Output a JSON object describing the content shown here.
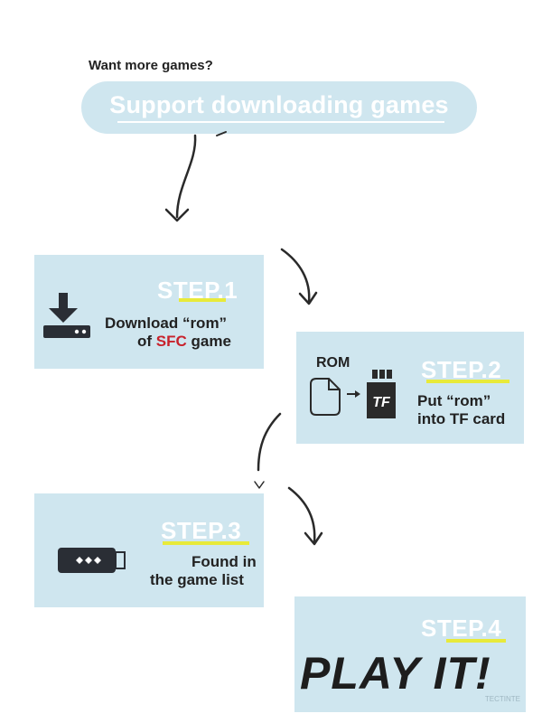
{
  "intro": "Want more games?",
  "banner": {
    "text": "Support downloading games"
  },
  "steps": [
    {
      "title": "STEP.1",
      "line1_a": "Download “rom”",
      "line2_a": "of ",
      "line2_highlight": "SFC",
      "line2_b": " game",
      "icon": "download-icon"
    },
    {
      "title": "STEP.2",
      "file_label": "ROM",
      "card_label": "TF",
      "line1": "Put “rom”",
      "line2": "into TF card",
      "icons": [
        "file-icon",
        "arrow-right-icon",
        "tf-card-icon"
      ]
    },
    {
      "title": "STEP.3",
      "line1": "Found in",
      "line2": "the game list",
      "icon": "usb-stick-icon"
    },
    {
      "title": "STEP.4",
      "main": "PLAY IT!"
    }
  ],
  "watermark": "TECTINTE",
  "colors": {
    "card_bg": "#cfe6ef",
    "underline": "#e8ea3a",
    "highlight": "#c8222c",
    "arrow": "#2a2a2a"
  }
}
